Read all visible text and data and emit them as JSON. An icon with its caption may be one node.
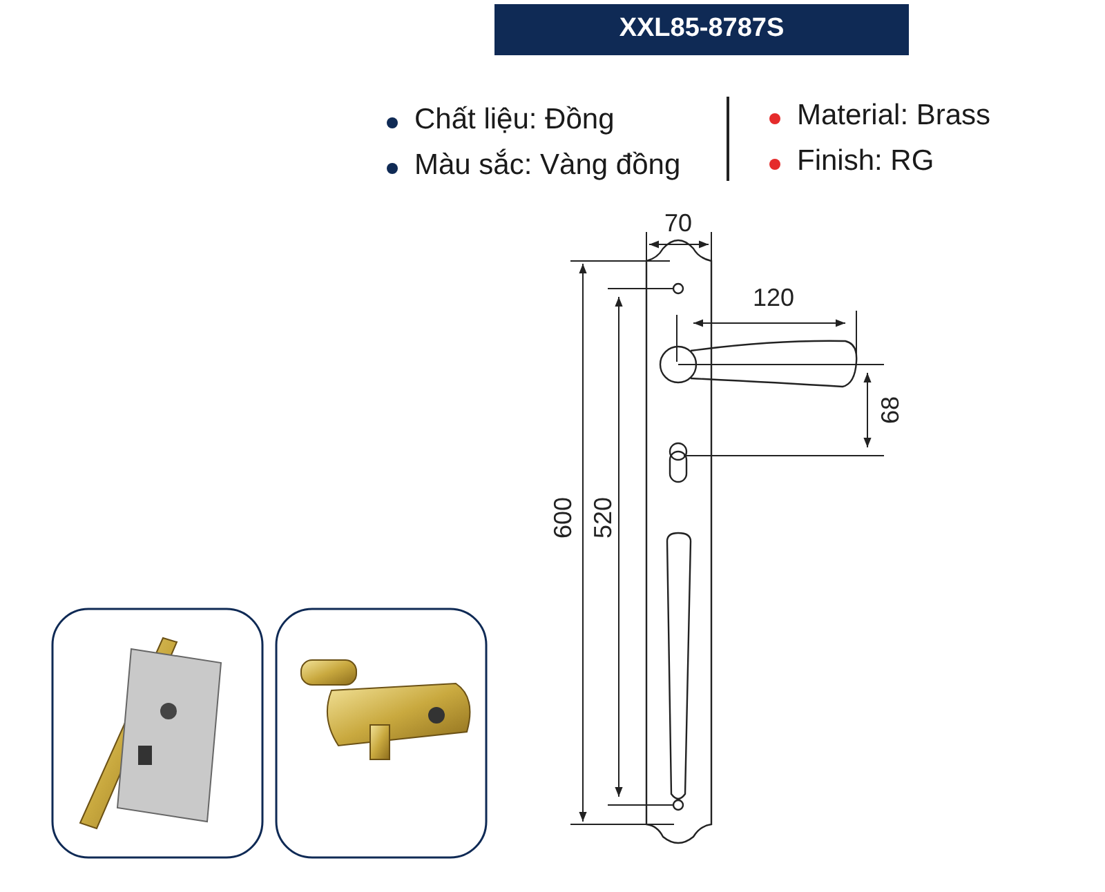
{
  "diagram": {
    "title": "XXL85-8787S",
    "labels": [
      "Chất liệu: Đồng",
      "Màu sắc: Vàng đồng",
      "Material: Brass",
      "Finish: RG",
      "70",
      "120",
      "68",
      "600",
      "520"
    ]
  }
}
